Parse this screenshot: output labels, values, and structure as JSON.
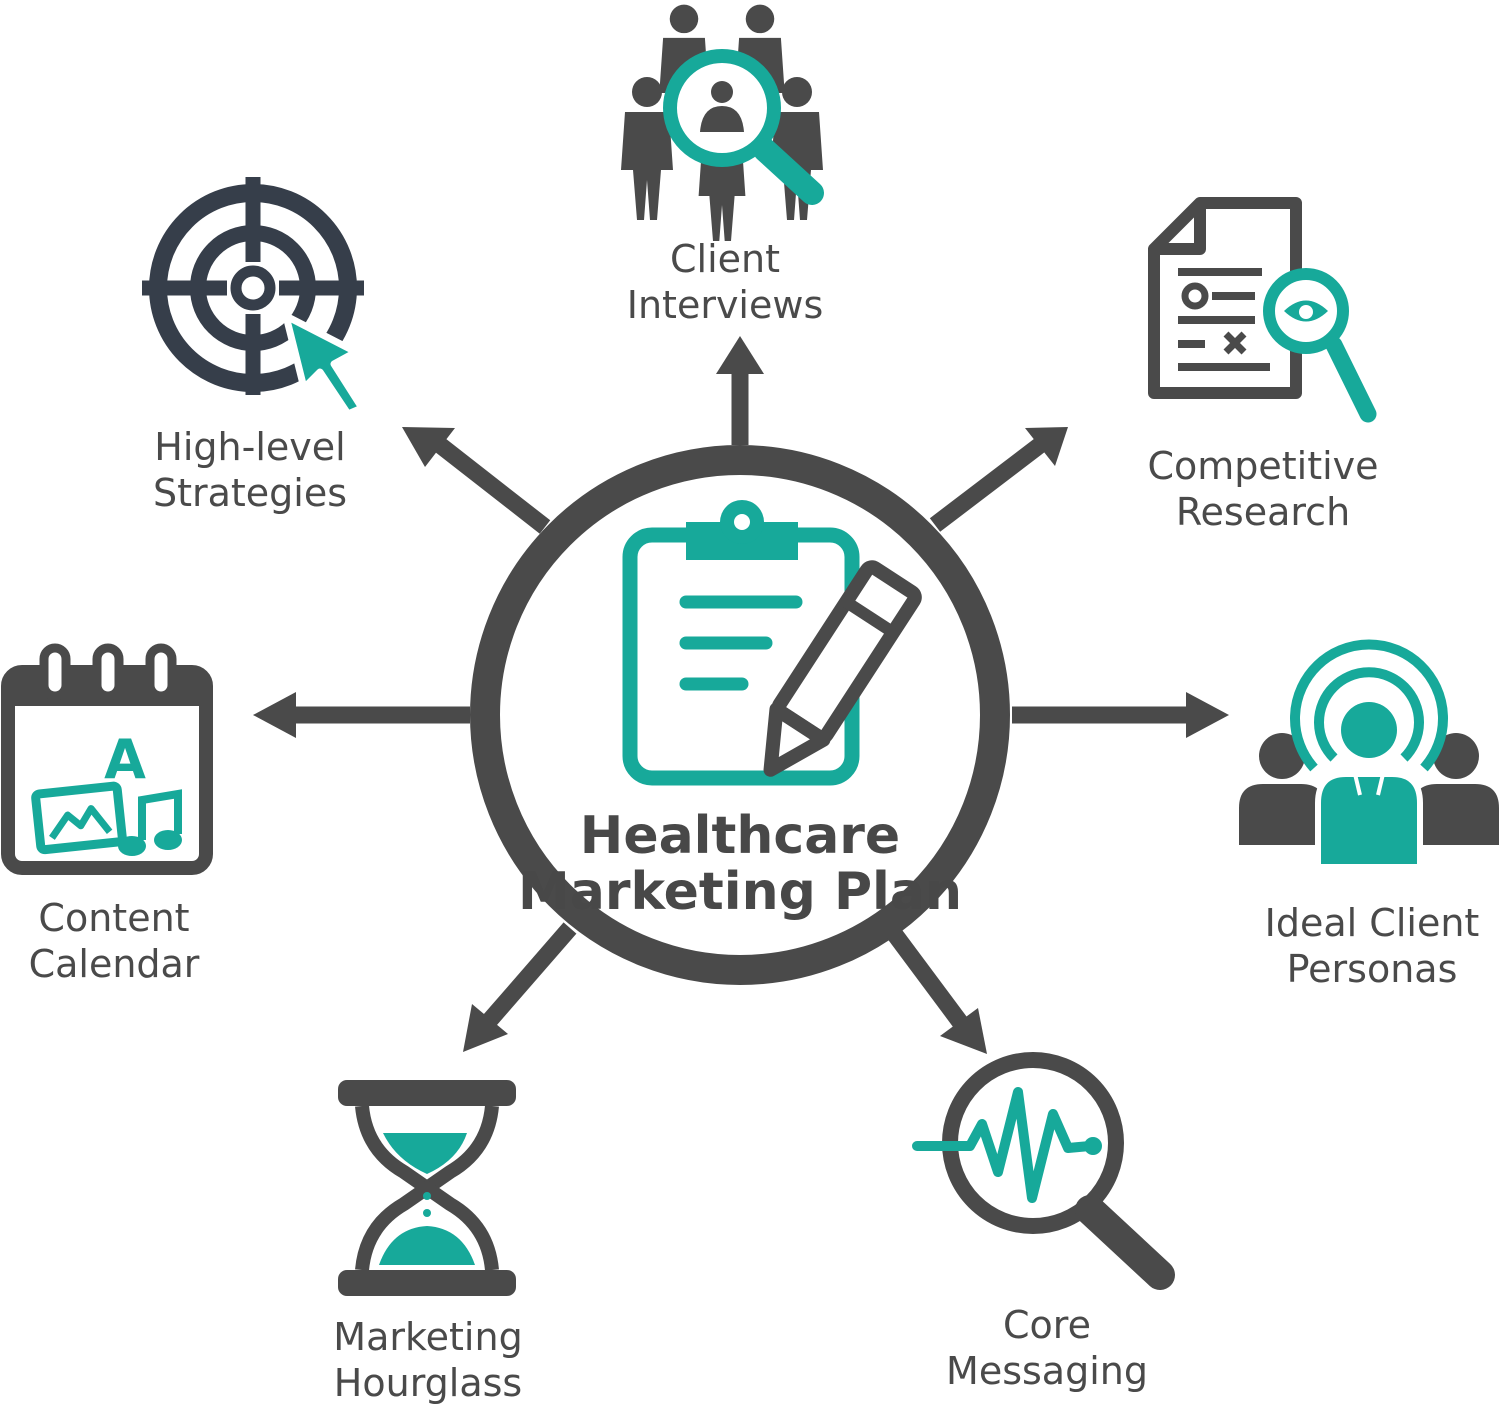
{
  "center": {
    "title_line1": "Healthcare",
    "title_line2": "Marketing Plan"
  },
  "nodes": {
    "client_interviews": {
      "line1": "Client",
      "line2": "Interviews"
    },
    "competitive_research": {
      "line1": "Competitive",
      "line2": "Research"
    },
    "ideal_client_personas": {
      "line1": "Ideal Client",
      "line2": "Personas"
    },
    "core_messaging": {
      "line1": "Core",
      "line2": "Messaging"
    },
    "marketing_hourglass": {
      "line1": "Marketing",
      "line2": "Hourglass"
    },
    "content_calendar": {
      "line1": "Content",
      "line2": "Calendar"
    },
    "high_level_strategies": {
      "line1": "High-level",
      "line2": "Strategies"
    }
  },
  "icons": {
    "center": "clipboard-pencil-icon",
    "client_interviews": "people-magnifier-icon",
    "competitive_research": "document-magnifier-icon",
    "ideal_client_personas": "persona-signal-icon",
    "core_messaging": "heartbeat-magnifier-icon",
    "marketing_hourglass": "hourglass-icon",
    "content_calendar": "calendar-media-icon",
    "high_level_strategies": "target-cursor-icon"
  },
  "colors": {
    "teal": "#17a99a",
    "dark": "#4a4a4a",
    "navy": "#363e4a"
  }
}
